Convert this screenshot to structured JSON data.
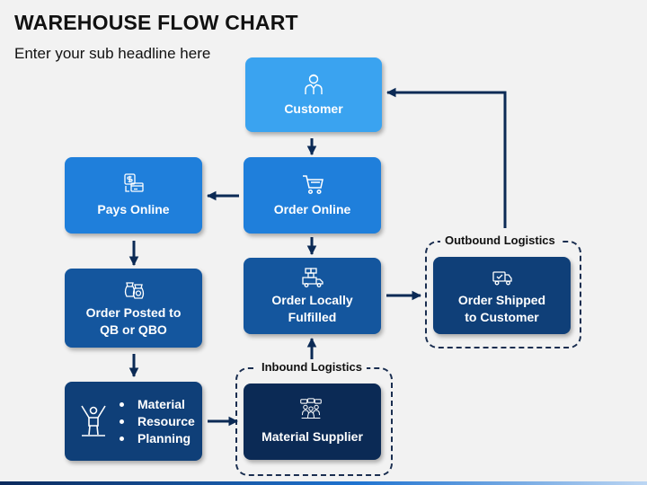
{
  "title": "WAREHOUSE FLOW CHART",
  "subtitle": "Enter your sub headline here",
  "nodes": {
    "customer": {
      "label": "Customer",
      "icon": "customer-icon",
      "color": "#3aa3f0"
    },
    "order_online": {
      "label": "Order Online",
      "icon": "shopping-cart-icon",
      "color": "#1f7fdb"
    },
    "pays_online": {
      "label": "Pays Online",
      "icon": "online-payment-icon",
      "color": "#1f7fdb"
    },
    "order_posted": {
      "label": "Order Posted to QB or QBO",
      "icon": "money-bags-icon",
      "color": "#14569e"
    },
    "order_locally": {
      "label": "Order Locally Fulfilled",
      "icon": "delivery-truck-icon",
      "color": "#14569e"
    },
    "order_shipped": {
      "label": "Order Shipped to Customer",
      "icon": "truck-check-icon",
      "color": "#0f3f78"
    },
    "material_planning": {
      "items": [
        "Material",
        "Resource",
        "Planning"
      ],
      "icon": "person-raising-arms-icon",
      "color": "#0f3f78"
    },
    "material_supplier": {
      "label": "Material Supplier",
      "icon": "team-meeting-icon",
      "color": "#0b2a55"
    }
  },
  "groups": {
    "outbound": "Outbound Logistics",
    "inbound": "Inbound Logistics"
  },
  "edges": [
    [
      "customer",
      "order_online"
    ],
    [
      "order_online",
      "pays_online"
    ],
    [
      "order_online",
      "order_locally"
    ],
    [
      "pays_online",
      "order_posted"
    ],
    [
      "order_posted",
      "material_planning"
    ],
    [
      "material_planning",
      "material_supplier"
    ],
    [
      "material_supplier",
      "order_locally"
    ],
    [
      "order_locally",
      "order_shipped"
    ],
    [
      "order_shipped",
      "customer"
    ]
  ]
}
